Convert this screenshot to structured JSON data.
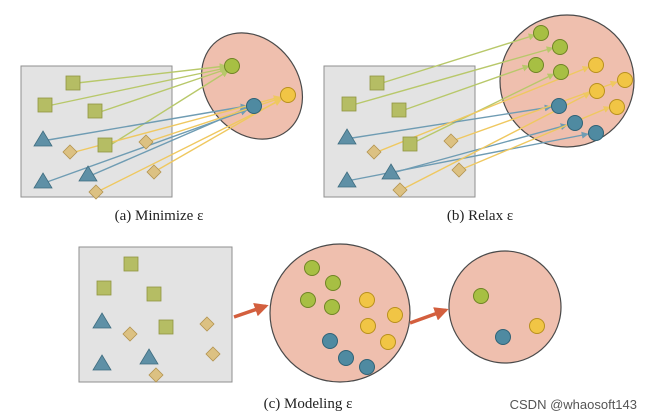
{
  "captions": {
    "a": "(a) Minimize ε",
    "b": "(b) Relax ε",
    "c": "(c) Modeling ε"
  },
  "watermark": "CSDN @whaosoft143",
  "colors": {
    "box_fill": "#e3e3e3",
    "box_stroke": "#8f8f8f",
    "ellipse_fill": "#efbfae",
    "ellipse_stroke": "#4a4a4a",
    "square": "#b5bd64",
    "triangle": "#5f90a6",
    "diamond": "#dcc182",
    "green_dot": "#a7bf43",
    "yellow_dot": "#f1c545",
    "blue_dot": "#4f8aa1",
    "green_arrow": "#b8c86a",
    "yellow_arrow": "#efc860",
    "blue_arrow": "#6f9cb3",
    "red_arrow": "#d35f3e"
  }
}
